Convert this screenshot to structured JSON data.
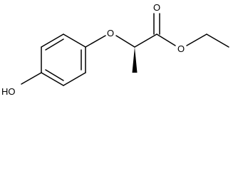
{
  "molecule": {
    "atom_labels": {
      "ether_oxygen": "O",
      "carbonyl_oxygen": "O",
      "ester_oxygen": "O",
      "hydroxyl": "HO"
    },
    "colors": {
      "bond": "#000000",
      "label": "#000000",
      "background": "#ffffff"
    }
  }
}
